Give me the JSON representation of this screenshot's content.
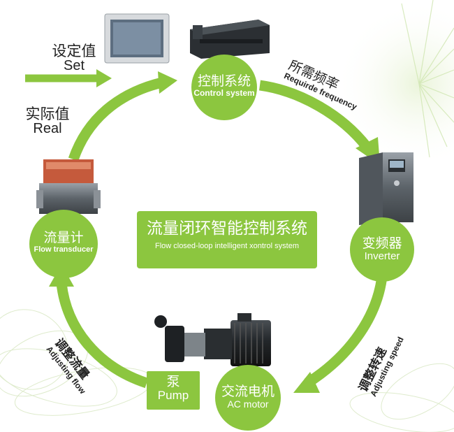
{
  "colors": {
    "green": "#8cc63f",
    "dark_green": "#6aa42a",
    "text_dark": "#222222",
    "device_gray": "#6f757b"
  },
  "nodes": {
    "control": {
      "zh": "控制系统",
      "en": "Control system"
    },
    "inverter": {
      "zh": "变频器",
      "en": "Inverter"
    },
    "motor": {
      "zh": "交流电机",
      "en": "AC motor"
    },
    "pump": {
      "zh": "泵",
      "en": "Pump"
    },
    "transducer": {
      "zh": "流量计",
      "en": "Flow transducer"
    }
  },
  "center": {
    "zh": "流量闭环智能控制系统",
    "en": "Flow closed-loop intelligent xontrol system"
  },
  "labels": {
    "set": {
      "zh": "设定值",
      "en": "Set"
    },
    "real": {
      "zh": "实际值",
      "en": "Real"
    },
    "required_frequency": {
      "zh": "所需频率",
      "en": "Requirde frequency"
    },
    "adjusting_speed": {
      "zh": "调整转速",
      "en": "Adjusting speed"
    },
    "adjusting_flow": {
      "zh": "调整流量",
      "en": "Adjusting flow"
    }
  },
  "icons": [
    "hmi-panel-icon",
    "plc-icon",
    "inverter-device-icon",
    "motor-pump-icon",
    "flow-meter-icon"
  ]
}
